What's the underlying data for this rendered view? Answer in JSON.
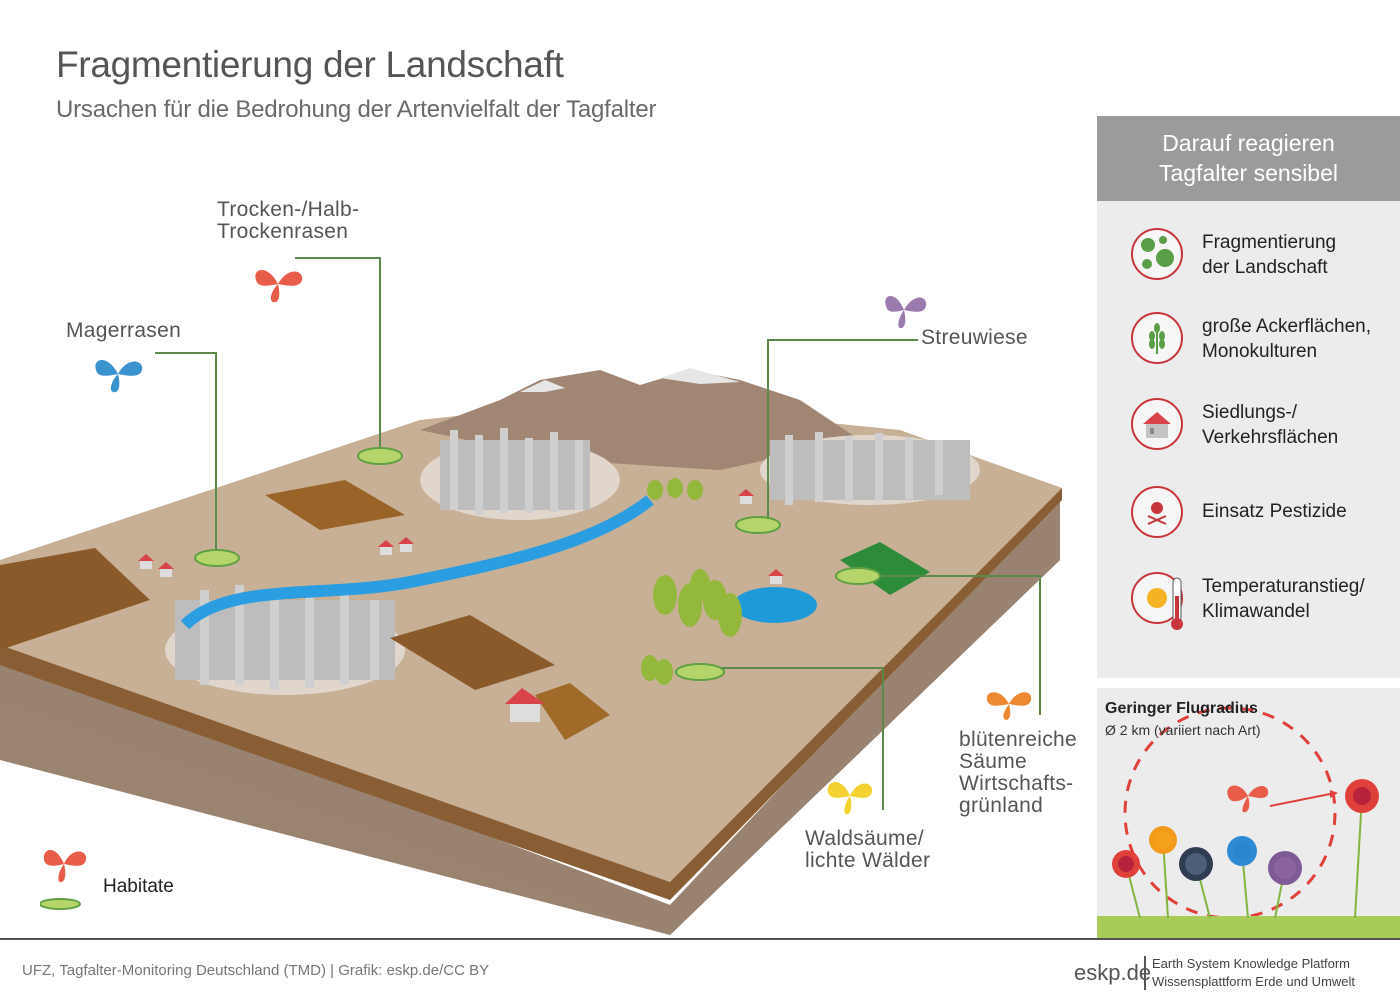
{
  "header": {
    "title": "Fragmentierung der Landschaft",
    "subtitle": "Ursachen für die Bedrohung der Artenvielfalt der Tagfalter"
  },
  "habitats": [
    {
      "name": "Magerrasen",
      "lines": [
        "Magerrasen"
      ],
      "butterfly_color": "#3a93cf"
    },
    {
      "name": "Trocken-/Halb-Trockenrasen",
      "lines": [
        "Trocken-/Halb-",
        "Trockenrasen"
      ],
      "butterfly_color": "#e85c4a"
    },
    {
      "name": "Streuwiese",
      "lines": [
        "Streuwiese"
      ],
      "butterfly_color": "#9b7aad"
    },
    {
      "name": "blütenreiche Säume Wirtschaftsgrünland",
      "lines": [
        "blütenreiche",
        "Säume",
        "Wirtschafts-",
        "grünland"
      ],
      "butterfly_color": "#ee8a33"
    },
    {
      "name": "Waldsäume/lichte Wälder",
      "lines": [
        "Waldsäume/",
        "lichte Wälder"
      ],
      "butterfly_color": "#f3d130"
    }
  ],
  "legend": {
    "label": "Habitate",
    "butterfly_color": "#e85c4a",
    "habitat_color": "#b5d56a"
  },
  "panel": {
    "heading_line1": "Darauf reagieren",
    "heading_line2": "Tagfalter sensibel",
    "items": [
      {
        "icon": "fragmented-landscape-icon",
        "line1": "Fragmentierung",
        "line2": "der Landschaft"
      },
      {
        "icon": "wheat-icon",
        "line1": "große Ackerflächen,",
        "line2": "Monokulturen"
      },
      {
        "icon": "house-icon",
        "line1": "Siedlungs-/",
        "line2": "Verkehrsflächen"
      },
      {
        "icon": "skull-crossbones-icon",
        "line1": "Einsatz Pestizide",
        "line2": ""
      },
      {
        "icon": "sun-thermometer-icon",
        "line1": "Temperaturanstieg/",
        "line2": "Klimawandel"
      }
    ]
  },
  "flight": {
    "title": "Geringer Flugradius",
    "subtitle": "Ø 2 km (variiert nach Art)"
  },
  "footer": {
    "credit": "UFZ, Tagfalter-Monitoring Deutschland (TMD) | Grafik: eskp.de/CC BY",
    "brand": "eskp.de",
    "tagline1": "Earth System Knowledge Platform",
    "tagline2": "Wissensplattform Erde und Umwelt"
  },
  "colors": {
    "accent_red": "#c8353a",
    "habitat_green": "#b5d56a",
    "line_green": "#5b8a4a",
    "water_blue": "#2a9ee0"
  }
}
